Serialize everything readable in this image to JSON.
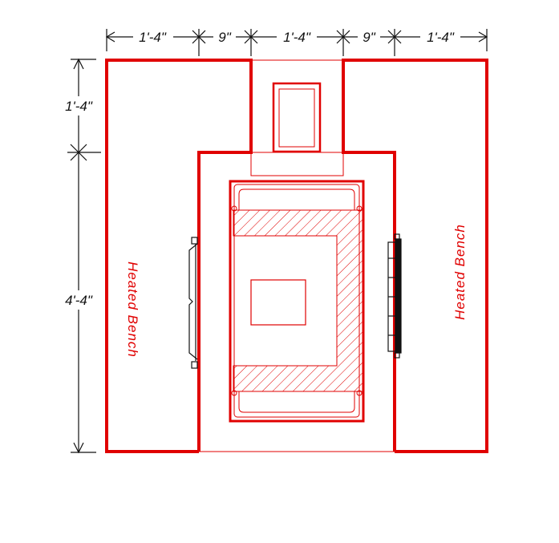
{
  "dimensions": {
    "top": [
      "1'-4\"",
      "9\"",
      "1'-4\"",
      "9\"",
      "1'-4\""
    ],
    "left": [
      "1'-4\"",
      "4'-4\""
    ]
  },
  "labels": {
    "left_bench": "Heated Bench",
    "right_bench": "Heated Bench"
  },
  "colors": {
    "outline": "#e00000",
    "dimension": "#111111",
    "background": "#ffffff"
  }
}
